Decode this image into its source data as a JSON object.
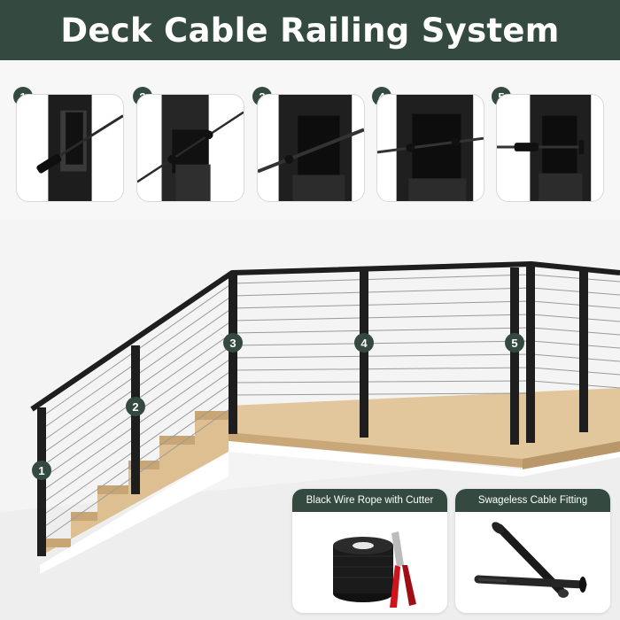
{
  "banner": {
    "title": "Deck Cable Railing System"
  },
  "steps": [
    "1",
    "2",
    "3",
    "4",
    "5"
  ],
  "scene_markers": [
    "1",
    "2",
    "3",
    "4",
    "5"
  ],
  "cards": [
    {
      "label": "Black Wire Rope with Cutter"
    },
    {
      "label": "Swageless Cable Fitting"
    }
  ],
  "colors": {
    "brand": "#344a40",
    "post": "#222222",
    "wood": "#d9b98a",
    "cable": "#8a8a8a"
  }
}
